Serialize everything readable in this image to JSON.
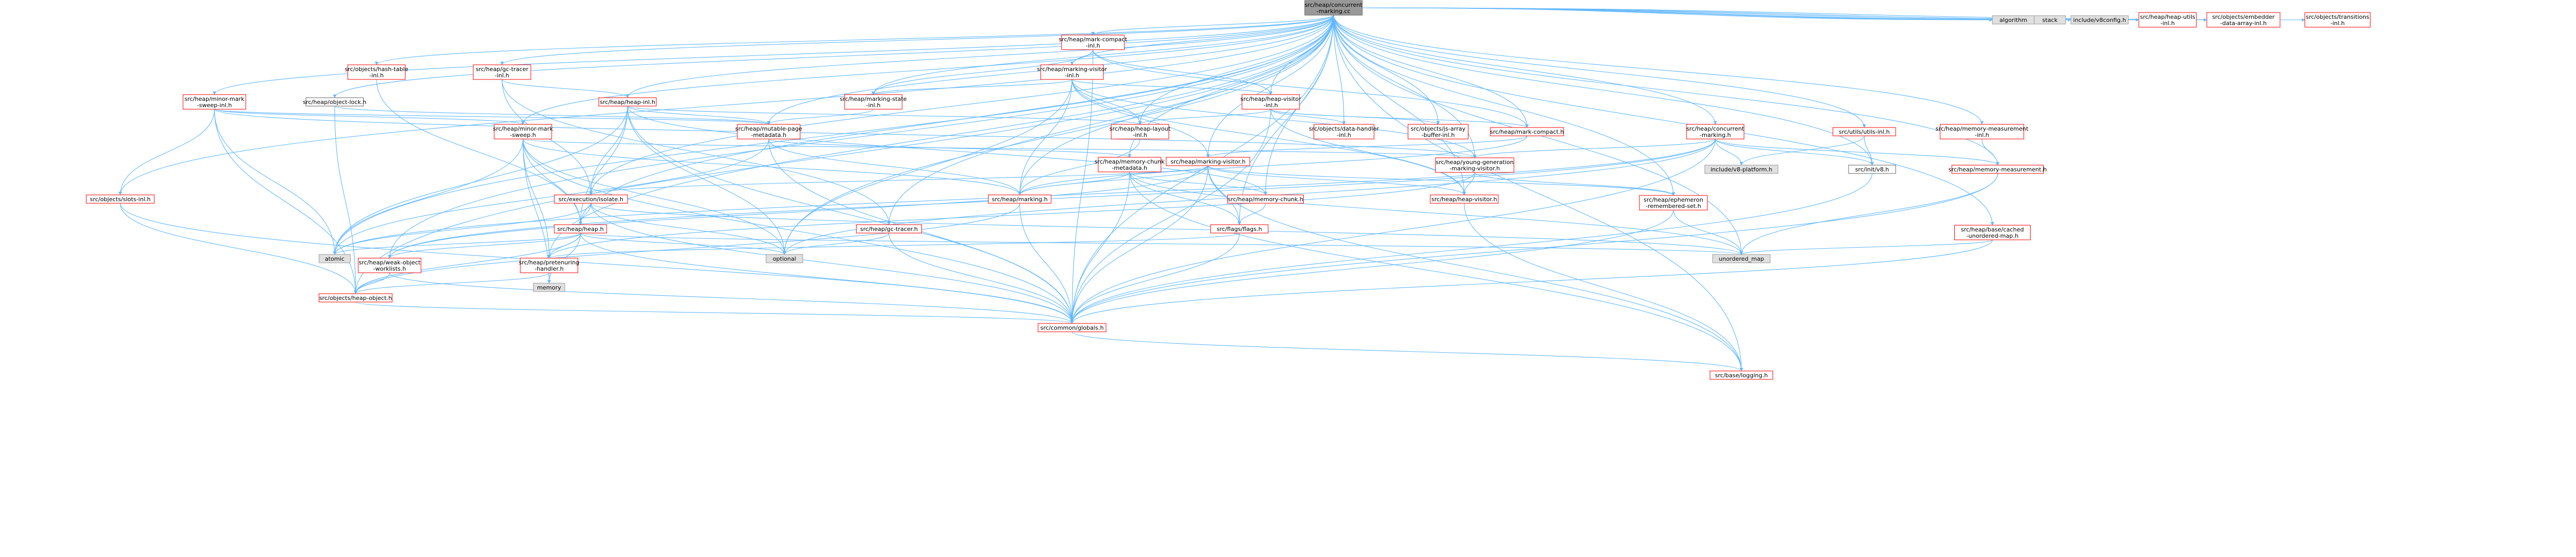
{
  "graph": {
    "root": "src/heap/concurrent-marking.cc",
    "colors": {
      "root_fill": "#999999",
      "root_border": "#666666",
      "file_fill": "#ffffff",
      "file_border": "#ff0000",
      "system_fill": "#e0e0e0",
      "system_border": "#999999",
      "plain_border": "#666666",
      "edge": "#63b8ff"
    },
    "nodes": [
      {
        "id": "root",
        "label": [
          "src/heap/concurrent",
          "-marking.cc"
        ],
        "kind": "root"
      },
      {
        "id": "mark_compact_inl",
        "label": [
          "src/heap/mark-compact",
          "-inl.h"
        ],
        "kind": "file"
      },
      {
        "id": "hash_table_inl",
        "label": [
          "src/objects/hash-table",
          "-inl.h"
        ],
        "kind": "file"
      },
      {
        "id": "gc_tracer_inl",
        "label": [
          "src/heap/gc-tracer",
          "-inl.h"
        ],
        "kind": "file"
      },
      {
        "id": "marking_visitor_inl",
        "label": [
          "src/heap/marking-visitor",
          "-inl.h"
        ],
        "kind": "file"
      },
      {
        "id": "minor_mark_sweep_inl",
        "label": [
          "src/heap/minor-mark",
          "-sweep-inl.h"
        ],
        "kind": "file"
      },
      {
        "id": "object_lock",
        "label": [
          "src/heap/object-lock.h"
        ],
        "kind": "plain"
      },
      {
        "id": "heap_inl",
        "label": [
          "src/heap/heap-inl.h"
        ],
        "kind": "file"
      },
      {
        "id": "marking_state_inl",
        "label": [
          "src/heap/marking-state",
          "-inl.h"
        ],
        "kind": "file"
      },
      {
        "id": "heap_visitor_inl",
        "label": [
          "src/heap/heap-visitor",
          "-inl.h"
        ],
        "kind": "file"
      },
      {
        "id": "mutable_page_metadata",
        "label": [
          "src/heap/mutable-page",
          "-metadata.h"
        ],
        "kind": "file"
      },
      {
        "id": "minor_mark_sweep",
        "label": [
          "src/heap/minor-mark",
          "-sweep.h"
        ],
        "kind": "file"
      },
      {
        "id": "heap_layout_inl",
        "label": [
          "src/heap/heap-layout",
          "-inl.h"
        ],
        "kind": "file"
      },
      {
        "id": "data_handler_inl",
        "label": [
          "src/objects/data-handler",
          "-inl.h"
        ],
        "kind": "file"
      },
      {
        "id": "js_array_buffer_inl",
        "label": [
          "src/objects/js-array",
          "-buffer-inl.h"
        ],
        "kind": "file"
      },
      {
        "id": "mark_compact",
        "label": [
          "src/heap/mark-compact.h"
        ],
        "kind": "file"
      },
      {
        "id": "concurrent_marking_h",
        "label": [
          "src/heap/concurrent",
          "-marking.h"
        ],
        "kind": "file"
      },
      {
        "id": "utils_inl",
        "label": [
          "src/utils/utils-inl.h"
        ],
        "kind": "file"
      },
      {
        "id": "memory_measurement_inl",
        "label": [
          "src/heap/memory-measurement",
          "-inl.h"
        ],
        "kind": "file"
      },
      {
        "id": "memory_chunk_metadata",
        "label": [
          "src/heap/memory-chunk",
          "-metadata.h"
        ],
        "kind": "file"
      },
      {
        "id": "marking_visitor",
        "label": [
          "src/heap/marking-visitor.h"
        ],
        "kind": "file"
      },
      {
        "id": "young_gen_marking_visitor",
        "label": [
          "src/heap/young-generation",
          "-marking-visitor.h"
        ],
        "kind": "file"
      },
      {
        "id": "v8_platform",
        "label": [
          "include/v8-platform.h"
        ],
        "kind": "system"
      },
      {
        "id": "init_v8",
        "label": [
          "src/init/v8.h"
        ],
        "kind": "plain"
      },
      {
        "id": "memory_measurement",
        "label": [
          "src/heap/memory-measurement.h"
        ],
        "kind": "file"
      },
      {
        "id": "objects_slots_inl",
        "label": [
          "src/objects/slots-inl.h"
        ],
        "kind": "file"
      },
      {
        "id": "execution_isolate",
        "label": [
          "src/execution/isolate.h"
        ],
        "kind": "file"
      },
      {
        "id": "heap_marking",
        "label": [
          "src/heap/marking.h"
        ],
        "kind": "file"
      },
      {
        "id": "memory_chunk",
        "label": [
          "src/heap/memory-chunk.h"
        ],
        "kind": "file"
      },
      {
        "id": "heap_visitor",
        "label": [
          "src/heap/heap-visitor.h"
        ],
        "kind": "file"
      },
      {
        "id": "ephemeron_remembered_set",
        "label": [
          "src/heap/ephemeron",
          "-remembered-set.h"
        ],
        "kind": "file"
      },
      {
        "id": "heap_h",
        "label": [
          "src/heap/heap.h"
        ],
        "kind": "file"
      },
      {
        "id": "gc_tracer",
        "label": [
          "src/heap/gc-tracer.h"
        ],
        "kind": "file"
      },
      {
        "id": "flags",
        "label": [
          "src/flags/flags.h"
        ],
        "kind": "file"
      },
      {
        "id": "cached_unordered_map",
        "label": [
          "src/heap/base/cached",
          "-unordered-map.h"
        ],
        "kind": "file"
      },
      {
        "id": "atomic",
        "label": [
          "atomic"
        ],
        "kind": "system"
      },
      {
        "id": "weak_object_worklists",
        "label": [
          "src/heap/weak-object",
          "-worklists.h"
        ],
        "kind": "file"
      },
      {
        "id": "optional",
        "label": [
          "optional"
        ],
        "kind": "system"
      },
      {
        "id": "pretenuring_handler",
        "label": [
          "src/heap/pretenuring",
          "-handler.h"
        ],
        "kind": "file"
      },
      {
        "id": "unordered_map",
        "label": [
          "unordered_map"
        ],
        "kind": "system"
      },
      {
        "id": "memory",
        "label": [
          "memory"
        ],
        "kind": "system"
      },
      {
        "id": "heap_object",
        "label": [
          "src/objects/heap-object.h"
        ],
        "kind": "file"
      },
      {
        "id": "common_globals",
        "label": [
          "src/common/globals.h"
        ],
        "kind": "file"
      },
      {
        "id": "base_logging",
        "label": [
          "src/base/logging.h"
        ],
        "kind": "file"
      },
      {
        "id": "algorithm",
        "label": [
          "algorithm"
        ],
        "kind": "system"
      },
      {
        "id": "stack",
        "label": [
          "stack"
        ],
        "kind": "system"
      },
      {
        "id": "v8config",
        "label": [
          "include/v8config.h"
        ],
        "kind": "system"
      },
      {
        "id": "heap_utils_inl",
        "label": [
          "src/heap/heap-utils",
          "-inl.h"
        ],
        "kind": "file"
      },
      {
        "id": "embedder_data_array_inl",
        "label": [
          "src/objects/embedder",
          "-data-array-inl.h"
        ],
        "kind": "file"
      },
      {
        "id": "transitions_inl",
        "label": [
          "src/objects/transitions",
          "-inl.h"
        ],
        "kind": "file"
      }
    ],
    "edges": [
      [
        "root",
        "mark_compact_inl"
      ],
      [
        "root",
        "hash_table_inl"
      ],
      [
        "root",
        "gc_tracer_inl"
      ],
      [
        "root",
        "marking_visitor_inl"
      ],
      [
        "root",
        "minor_mark_sweep_inl"
      ],
      [
        "root",
        "object_lock"
      ],
      [
        "root",
        "heap_inl"
      ],
      [
        "root",
        "marking_state_inl"
      ],
      [
        "root",
        "heap_visitor_inl"
      ],
      [
        "root",
        "mutable_page_metadata"
      ],
      [
        "root",
        "minor_mark_sweep"
      ],
      [
        "root",
        "heap_layout_inl"
      ],
      [
        "root",
        "data_handler_inl"
      ],
      [
        "root",
        "js_array_buffer_inl"
      ],
      [
        "root",
        "mark_compact"
      ],
      [
        "root",
        "concurrent_marking_h"
      ],
      [
        "root",
        "utils_inl"
      ],
      [
        "root",
        "memory_measurement_inl"
      ],
      [
        "root",
        "memory_chunk_metadata"
      ],
      [
        "root",
        "marking_visitor"
      ],
      [
        "root",
        "young_gen_marking_visitor"
      ],
      [
        "root",
        "init_v8"
      ],
      [
        "root",
        "memory_measurement"
      ],
      [
        "root",
        "objects_slots_inl"
      ],
      [
        "root",
        "execution_isolate"
      ],
      [
        "root",
        "heap_marking"
      ],
      [
        "root",
        "memory_chunk"
      ],
      [
        "root",
        "heap_visitor"
      ],
      [
        "root",
        "ephemeron_remembered_set"
      ],
      [
        "root",
        "heap_h"
      ],
      [
        "root",
        "gc_tracer"
      ],
      [
        "root",
        "flags"
      ],
      [
        "root",
        "cached_unordered_map"
      ],
      [
        "root",
        "atomic"
      ],
      [
        "root",
        "weak_object_worklists"
      ],
      [
        "root",
        "optional"
      ],
      [
        "root",
        "pretenuring_handler"
      ],
      [
        "root",
        "unordered_map"
      ],
      [
        "root",
        "heap_object"
      ],
      [
        "root",
        "common_globals"
      ],
      [
        "root",
        "base_logging"
      ],
      [
        "root",
        "algorithm"
      ],
      [
        "root",
        "stack"
      ],
      [
        "root",
        "v8config"
      ],
      [
        "root",
        "heap_utils_inl"
      ],
      [
        "root",
        "embedder_data_array_inl"
      ],
      [
        "root",
        "transitions_inl"
      ],
      [
        "mark_compact_inl",
        "marking_visitor_inl"
      ],
      [
        "mark_compact_inl",
        "marking_state_inl"
      ],
      [
        "mark_compact_inl",
        "heap_visitor_inl"
      ],
      [
        "mark_compact_inl",
        "mark_compact"
      ],
      [
        "mark_compact_inl",
        "common_globals"
      ],
      [
        "marking_visitor_inl",
        "marking_state_inl"
      ],
      [
        "marking_visitor_inl",
        "heap_visitor_inl"
      ],
      [
        "marking_visitor_inl",
        "heap_layout_inl"
      ],
      [
        "marking_visitor_inl",
        "marking_visitor"
      ],
      [
        "marking_visitor_inl",
        "heap_marking"
      ],
      [
        "marking_visitor_inl",
        "optional"
      ],
      [
        "marking_visitor_inl",
        "heap_visitor"
      ],
      [
        "marking_visitor_inl",
        "young_gen_marking_visitor"
      ],
      [
        "gc_tracer_inl",
        "heap_inl"
      ],
      [
        "gc_tracer_inl",
        "gc_tracer"
      ],
      [
        "gc_tracer_inl",
        "execution_isolate"
      ],
      [
        "hash_table_inl",
        "heap_h"
      ],
      [
        "minor_mark_sweep_inl",
        "minor_mark_sweep"
      ],
      [
        "minor_mark_sweep_inl",
        "mutable_page_metadata"
      ],
      [
        "minor_mark_sweep_inl",
        "young_gen_marking_visitor"
      ],
      [
        "minor_mark_sweep_inl",
        "objects_slots_inl"
      ],
      [
        "minor_mark_sweep_inl",
        "atomic"
      ],
      [
        "minor_mark_sweep_inl",
        "heap_object"
      ],
      [
        "object_lock",
        "mutable_page_metadata"
      ],
      [
        "object_lock",
        "heap_object"
      ],
      [
        "heap_inl",
        "mutable_page_metadata"
      ],
      [
        "heap_inl",
        "heap_layout_inl"
      ],
      [
        "heap_inl",
        "execution_isolate"
      ],
      [
        "heap_inl",
        "heap_h"
      ],
      [
        "heap_inl",
        "atomic"
      ],
      [
        "heap_inl",
        "optional"
      ],
      [
        "heap_inl",
        "common_globals"
      ],
      [
        "heap_inl",
        "memory_chunk"
      ],
      [
        "marking_state_inl",
        "mutable_page_metadata"
      ],
      [
        "heap_visitor_inl",
        "heap_layout_inl"
      ],
      [
        "heap_visitor_inl",
        "data_handler_inl"
      ],
      [
        "heap_visitor_inl",
        "js_array_buffer_inl"
      ],
      [
        "heap_visitor_inl",
        "heap_visitor"
      ],
      [
        "heap_visitor_inl",
        "mark_compact"
      ],
      [
        "heap_visitor_inl",
        "common_globals"
      ],
      [
        "mutable_page_metadata",
        "memory_chunk_metadata"
      ],
      [
        "mutable_page_metadata",
        "heap_marking"
      ],
      [
        "mutable_page_metadata",
        "atomic"
      ],
      [
        "mutable_page_metadata",
        "common_globals"
      ],
      [
        "minor_mark_sweep",
        "young_gen_marking_visitor"
      ],
      [
        "minor_mark_sweep",
        "heap_h"
      ],
      [
        "minor_mark_sweep",
        "atomic"
      ],
      [
        "minor_mark_sweep",
        "memory"
      ],
      [
        "minor_mark_sweep",
        "optional"
      ],
      [
        "minor_mark_sweep",
        "pretenuring_handler"
      ],
      [
        "minor_mark_sweep",
        "common_globals"
      ],
      [
        "minor_mark_sweep",
        "heap_marking"
      ],
      [
        "heap_layout_inl",
        "heap_marking"
      ],
      [
        "mark_compact",
        "marking_visitor"
      ],
      [
        "mark_compact",
        "heap_marking"
      ],
      [
        "concurrent_marking_h",
        "young_gen_marking_visitor"
      ],
      [
        "concurrent_marking_h",
        "memory_measurement"
      ],
      [
        "concurrent_marking_h",
        "v8_platform"
      ],
      [
        "concurrent_marking_h",
        "init_v8"
      ],
      [
        "concurrent_marking_h",
        "atomic"
      ],
      [
        "concurrent_marking_h",
        "optional"
      ],
      [
        "concurrent_marking_h",
        "weak_object_worklists"
      ],
      [
        "concurrent_marking_h",
        "common_globals"
      ],
      [
        "utils_inl",
        "v8_platform"
      ],
      [
        "utils_inl",
        "init_v8"
      ],
      [
        "memory_measurement_inl",
        "memory_measurement"
      ],
      [
        "memory_chunk_metadata",
        "heap_marking"
      ],
      [
        "memory_chunk_metadata",
        "memory_chunk"
      ],
      [
        "memory_chunk_metadata",
        "flags"
      ],
      [
        "memory_chunk_metadata",
        "unordered_map"
      ],
      [
        "memory_chunk_metadata",
        "common_globals"
      ],
      [
        "memory_chunk_metadata",
        "base_logging"
      ],
      [
        "marking_visitor",
        "execution_isolate"
      ],
      [
        "marking_visitor",
        "heap_marking"
      ],
      [
        "marking_visitor",
        "heap_visitor"
      ],
      [
        "marking_visitor",
        "ephemeron_remembered_set"
      ],
      [
        "marking_visitor",
        "weak_object_worklists"
      ],
      [
        "marking_visitor",
        "common_globals"
      ],
      [
        "marking_visitor",
        "flags"
      ],
      [
        "marking_visitor",
        "base_logging"
      ],
      [
        "young_gen_marking_visitor",
        "heap_visitor"
      ],
      [
        "young_gen_marking_visitor",
        "ephemeron_remembered_set"
      ],
      [
        "young_gen_marking_visitor",
        "pretenuring_handler"
      ],
      [
        "init_v8",
        "common_globals"
      ],
      [
        "memory_measurement",
        "unordered_map"
      ],
      [
        "memory_measurement",
        "common_globals"
      ],
      [
        "objects_slots_inl",
        "heap_object"
      ],
      [
        "objects_slots_inl",
        "common_globals"
      ],
      [
        "execution_isolate",
        "heap_h"
      ],
      [
        "execution_isolate",
        "atomic"
      ],
      [
        "execution_isolate",
        "optional"
      ],
      [
        "execution_isolate",
        "unordered_map"
      ],
      [
        "execution_isolate",
        "common_globals"
      ],
      [
        "heap_marking",
        "heap_object"
      ],
      [
        "heap_marking",
        "common_globals"
      ],
      [
        "memory_chunk",
        "flags"
      ],
      [
        "heap_visitor",
        "base_logging"
      ],
      [
        "ephemeron_remembered_set",
        "unordered_map"
      ],
      [
        "ephemeron_remembered_set",
        "common_globals"
      ],
      [
        "heap_h",
        "atomic"
      ],
      [
        "heap_h",
        "optional"
      ],
      [
        "heap_h",
        "weak_object_worklists"
      ],
      [
        "heap_h",
        "pretenuring_handler"
      ],
      [
        "heap_h",
        "unordered_map"
      ],
      [
        "heap_h",
        "memory"
      ],
      [
        "heap_h",
        "heap_object"
      ],
      [
        "heap_h",
        "common_globals"
      ],
      [
        "gc_tracer",
        "optional"
      ],
      [
        "gc_tracer",
        "common_globals"
      ],
      [
        "flags",
        "common_globals"
      ],
      [
        "flags",
        "pretenuring_handler"
      ],
      [
        "cached_unordered_map",
        "unordered_map"
      ],
      [
        "cached_unordered_map",
        "common_globals"
      ],
      [
        "weak_object_worklists",
        "heap_object"
      ],
      [
        "weak_object_worklists",
        "common_globals"
      ],
      [
        "pretenuring_handler",
        "memory"
      ],
      [
        "pretenuring_handler",
        "heap_object"
      ],
      [
        "heap_object",
        "common_globals"
      ],
      [
        "common_globals",
        "base_logging"
      ]
    ]
  }
}
